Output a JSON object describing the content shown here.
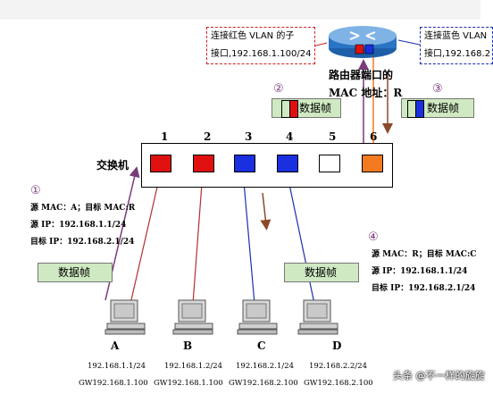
{
  "router": {
    "left_callout": [
      "连接红色 VLAN 的子",
      "接口,192.168.1.100/24"
    ],
    "right_callout": [
      "连接蓝色 VLAN",
      "接口,192.168.2"
    ],
    "mac_label": [
      "路由器端口的",
      "MAC 地址：R"
    ]
  },
  "steps": [
    "①",
    "②",
    "③",
    "④"
  ],
  "frame_label": "数据帧",
  "switch": {
    "label": "交换机",
    "ports": [
      {
        "num": "1",
        "color": "#e01010"
      },
      {
        "num": "2",
        "color": "#e01010"
      },
      {
        "num": "3",
        "color": "#1a2fe0"
      },
      {
        "num": "4",
        "color": "#1a2fe0"
      },
      {
        "num": "5",
        "color": "#ffffff"
      },
      {
        "num": "6",
        "color": "#f47a1f"
      }
    ]
  },
  "info1": {
    "mac": "源 MAC：A；目标 MAC:R",
    "src_ip": "源 IP：192.168.1.1/24",
    "dst_ip": "目标 IP：192.168.2.1/24"
  },
  "info4": {
    "mac": "源 MAC：R；目标 MAC:C",
    "src_ip": "源 IP：192.168.1.1/24",
    "dst_ip": "目标 IP：192.168.2.1/24"
  },
  "pcs": [
    {
      "label": "A",
      "ip": "192.168.1.1/24",
      "gw": "GW192.168.1.100"
    },
    {
      "label": "B",
      "ip": "192.168.1.2/24",
      "gw": "GW192.168.1.100"
    },
    {
      "label": "C",
      "ip": "192.168.2.1/24",
      "gw": "GW192.168.2.100"
    },
    {
      "label": "D",
      "ip": "192.168.2.2/24",
      "gw": "GW192.168.2.100"
    }
  ],
  "watermark": "头条 @不一样的旋旋"
}
